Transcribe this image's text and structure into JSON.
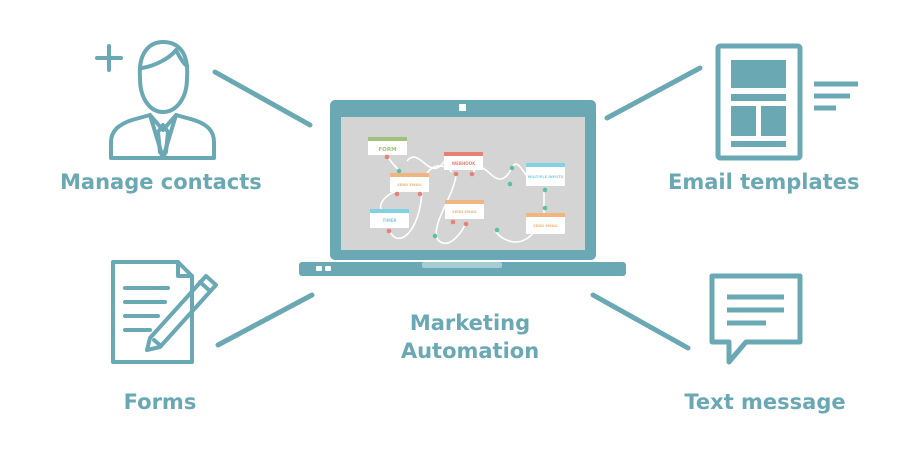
{
  "center": {
    "line1": "Marketing",
    "line2": "Automation"
  },
  "features": {
    "manage_contacts": "Manage contacts",
    "email_templates": "Email templates",
    "forms": "Forms",
    "text_message": "Text message"
  },
  "workflow_nodes": {
    "form": "FORM",
    "send_email_1": "SEND EMAIL",
    "timer": "TIMER",
    "webhook": "WEBHOOK",
    "send_email_2": "SEND EMAIL",
    "multiple_inputs": "MULTIPLE INPUTS",
    "send_email_3": "SEND EMAIL"
  },
  "colors": {
    "teal": "#6aa8b3",
    "screen": "#d4d4d4",
    "green": "#9ec27a",
    "orange": "#f1b680",
    "red": "#e58176",
    "blue": "#7ed2e2"
  }
}
